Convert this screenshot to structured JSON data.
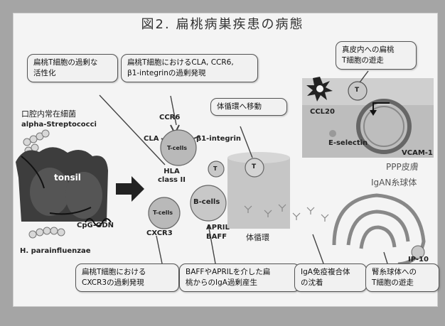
{
  "title": "図2. 扁桃病巣疾患の病態",
  "callouts": {
    "tcell_activation": "扁桃T細胞の過剰な\n活性化",
    "cla_overexpression": "扁桃T細胞におけるCLA, CCR6,\nβ1-integrinの過剰発現",
    "circulation_move": "体循環へ移動",
    "dermal_migration": "真皮内への扁桃\nT細胞の遊走",
    "cxcr3_overexpression": "扁桃T細胞における\nCXCR3の過剰発現",
    "iga_production": "BAFFやAPRILを介した扁\n桃からのIgA過剰産生",
    "iga_deposition": "IgA免疫複合体\nの沈着",
    "glomerular_migration": "腎糸球体への\nT細胞の遊走"
  },
  "labels": {
    "oral_bacteria": "口腔内常在細菌",
    "alpha_strep": "alpha-Streptococci",
    "tonsil": "tonsil",
    "cpg": "CpG-ODN",
    "h_para": "H. parainfluenzae",
    "ccr6": "CCR6",
    "cla": "CLA",
    "tcells": "T-cells",
    "b1_integrin": "β1-integrin",
    "hla": "HLA\nclass II",
    "tcells2": "T-cells",
    "cxcr3": "CXCR3",
    "bcells": "B-cells",
    "april_baff": "APRIL\nBAFF",
    "systemic": "体循環",
    "ccl20": "CCL20",
    "e_selectin": "E-selectin",
    "vcam": "VCAM-1",
    "t_letter": "T",
    "ppp": "PPP皮膚",
    "igan": "IgAN糸球体",
    "ip10": "IP-10"
  },
  "colors": {
    "bg": "#a5a5a5",
    "panel": "#f4f4f4",
    "cell": "#b9b9b9",
    "skin": "#bdbdbd",
    "arrow": "#222222"
  }
}
